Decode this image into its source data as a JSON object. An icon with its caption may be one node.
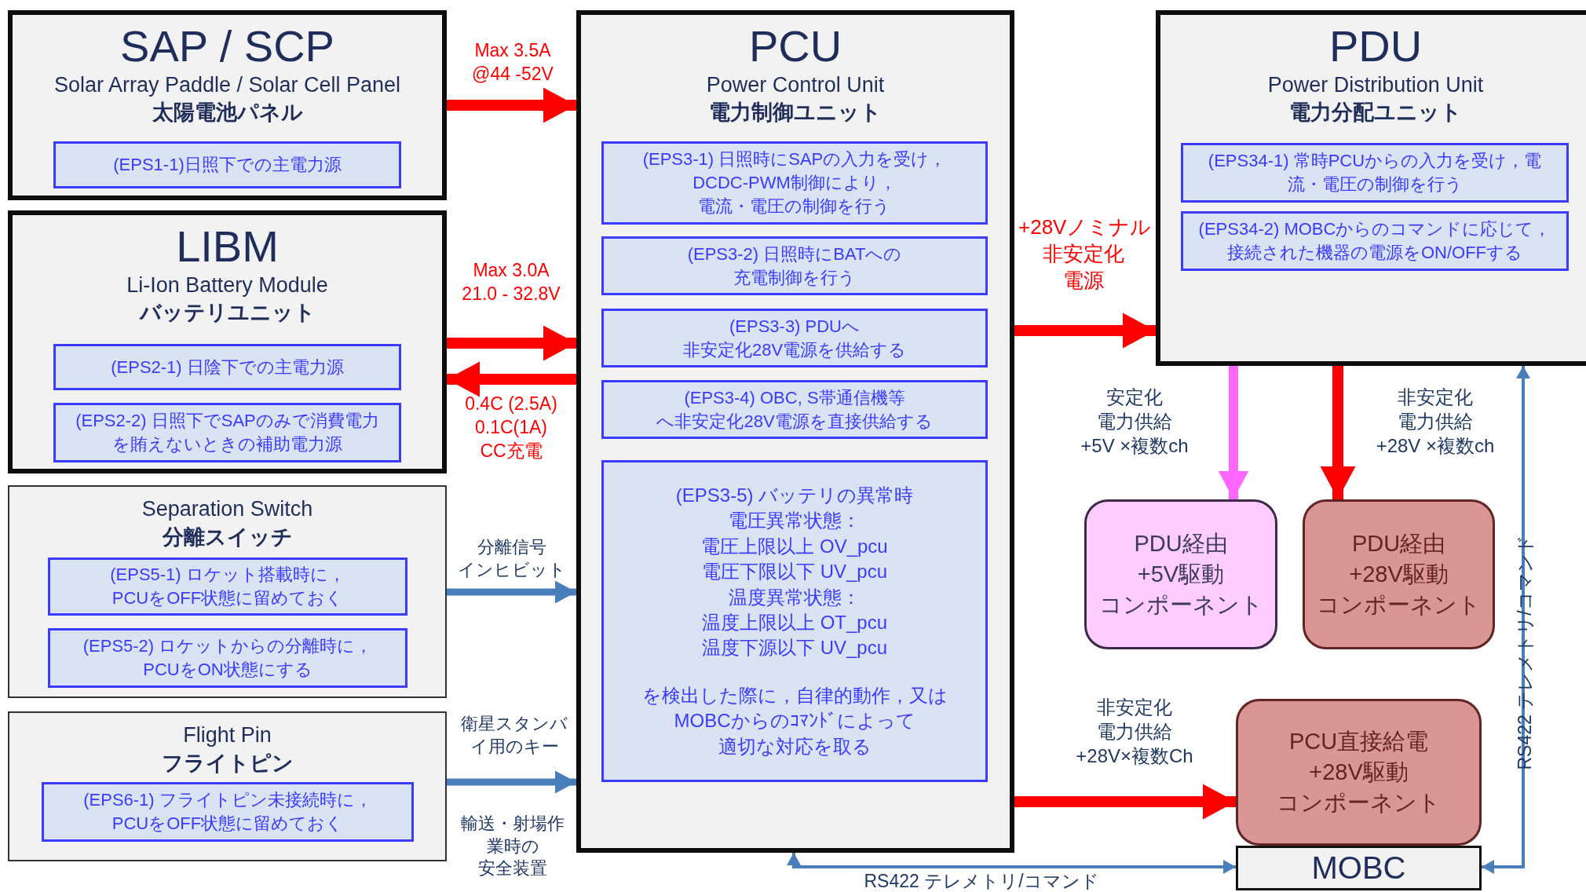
{
  "diagram": {
    "nodes": [
      {
        "text": [
          "SAP / SCP",
          "Solar Array Paddle / Solar Cell Panel",
          "太陽電池パネル"
        ]
      },
      {
        "text": [
          "(EPS1-1)日照下での主電力源"
        ],
        "in": 0
      },
      {
        "text": [
          "LIBM",
          "Li-Ion Battery Module",
          "バッテリユニット"
        ]
      },
      {
        "text": [
          "(EPS2-1) 日陰下での主電力源"
        ],
        "in": 2
      },
      {
        "text": [
          "(EPS2-2) 日照下でSAPのみで消費電力を賄えないときの補助電力源"
        ],
        "in": 2
      },
      {
        "text": [
          "Separation Switch",
          "分離スイッチ"
        ]
      },
      {
        "text": [
          "(EPS5-1) ロケット搭載時に，PCUをOFF状態に留めておく"
        ],
        "in": 5
      },
      {
        "text": [
          "(EPS5-2) ロケットからの分離時に，PCUをON状態にする"
        ],
        "in": 5
      },
      {
        "text": [
          "Flight Pin",
          "フライトピン"
        ]
      },
      {
        "text": [
          "(EPS6-1) フライトピン未接続時に，PCUをOFF状態に留めておく"
        ],
        "in": 8
      },
      {
        "text": [
          "PCU",
          "Power Control Unit",
          "電力制御ユニット"
        ]
      },
      {
        "text": [
          "(EPS3-1) 日照時にSAPの入力を受け，DCDC-PWM制御により，電流・電圧の制御を行う"
        ],
        "in": 10
      },
      {
        "text": [
          "(EPS3-2) 日照時にBATへの充電制御を行う"
        ],
        "in": 10
      },
      {
        "text": [
          "(EPS3-3) PDUへ非安定化28V電源を供給する"
        ],
        "in": 10
      },
      {
        "text": [
          "(EPS3-4) OBC, S帯通信機等へ非安定化28V電源を直接供給する"
        ],
        "in": 10
      },
      {
        "text": [
          "(EPS3-5) バッテリの異常時電圧異常状態：電圧上限以上 OV_pcu電圧下限以下 UV_pcu温度異常状態：温度上限以上 OT_pcu温度下源以下 UV_pcu",
          "を検出した際に，自律的動作，又はMOBCからのｺﾏﾝﾄﾞによって適切な対応を取る"
        ],
        "in": 10
      },
      {
        "text": [
          "PDU",
          "Power Distribution Unit",
          "電力分配ユニット"
        ]
      },
      {
        "text": [
          "(EPS34-1) 常時PCUからの入力を受け，電流・電圧の制御を行う"
        ],
        "in": 16
      },
      {
        "text": [
          "(EPS34-2) MOBCからのコマンドに応じて，接続された機器の電源をON/OFFする"
        ],
        "in": 16
      },
      {
        "text": [
          "PDU経由+5V駆動コンポーネント"
        ]
      },
      {
        "text": [
          "PDU経由+28V駆動コンポーネント"
        ]
      },
      {
        "text": [
          "PCU直接給電+28V駆動コンポーネント"
        ]
      },
      {
        "text": [
          "MOBC"
        ]
      }
    ],
    "edges": [
      {
        "from": 0,
        "to": 10,
        "arrow": "to",
        "label": "Max 3.5A @44 -52V"
      },
      {
        "from": 2,
        "to": 10,
        "arrow": "to",
        "label": "Max 3.0A 21.0 - 32.8V"
      },
      {
        "from": 10,
        "to": 2,
        "arrow": "to",
        "label": "0.4C (2.5A) 0.1C(1A) CC充電"
      },
      {
        "from": 5,
        "to": 10,
        "arrow": "to",
        "label": "分離信号インヒビット",
        "color": "#4a7ebb"
      },
      {
        "from": 8,
        "to": 10,
        "arrow": "to",
        "label": "衛星スタンバイ用のキー",
        "color": "#4a7ebb"
      },
      {
        "from": 10,
        "to": 16,
        "arrow": "to",
        "label": "+28Vノミナル非安定化電源"
      },
      {
        "from": 16,
        "to": 19,
        "arrow": "to",
        "label": "安定化電力供給+5V ×複数ch",
        "color": "#ff66ff"
      },
      {
        "from": 16,
        "to": 20,
        "arrow": "to",
        "label": "非安定化電力供給+28V ×複数ch"
      },
      {
        "from": 10,
        "to": 21,
        "arrow": "to",
        "label": "非安定化電力供給+28V×複数Ch"
      },
      {
        "from": 10,
        "to": 22,
        "arrow": "both",
        "label": "RS422 テレメトリ/コマンド",
        "color": "#4a7ebb"
      },
      {
        "from": 22,
        "to": 16,
        "arrow": "both",
        "label": "RS422 テレメトリ/コマンド",
        "color": "#4a7ebb"
      }
    ],
    "labels": [
      "輸送・射場作業時の安全装置"
    ]
  }
}
